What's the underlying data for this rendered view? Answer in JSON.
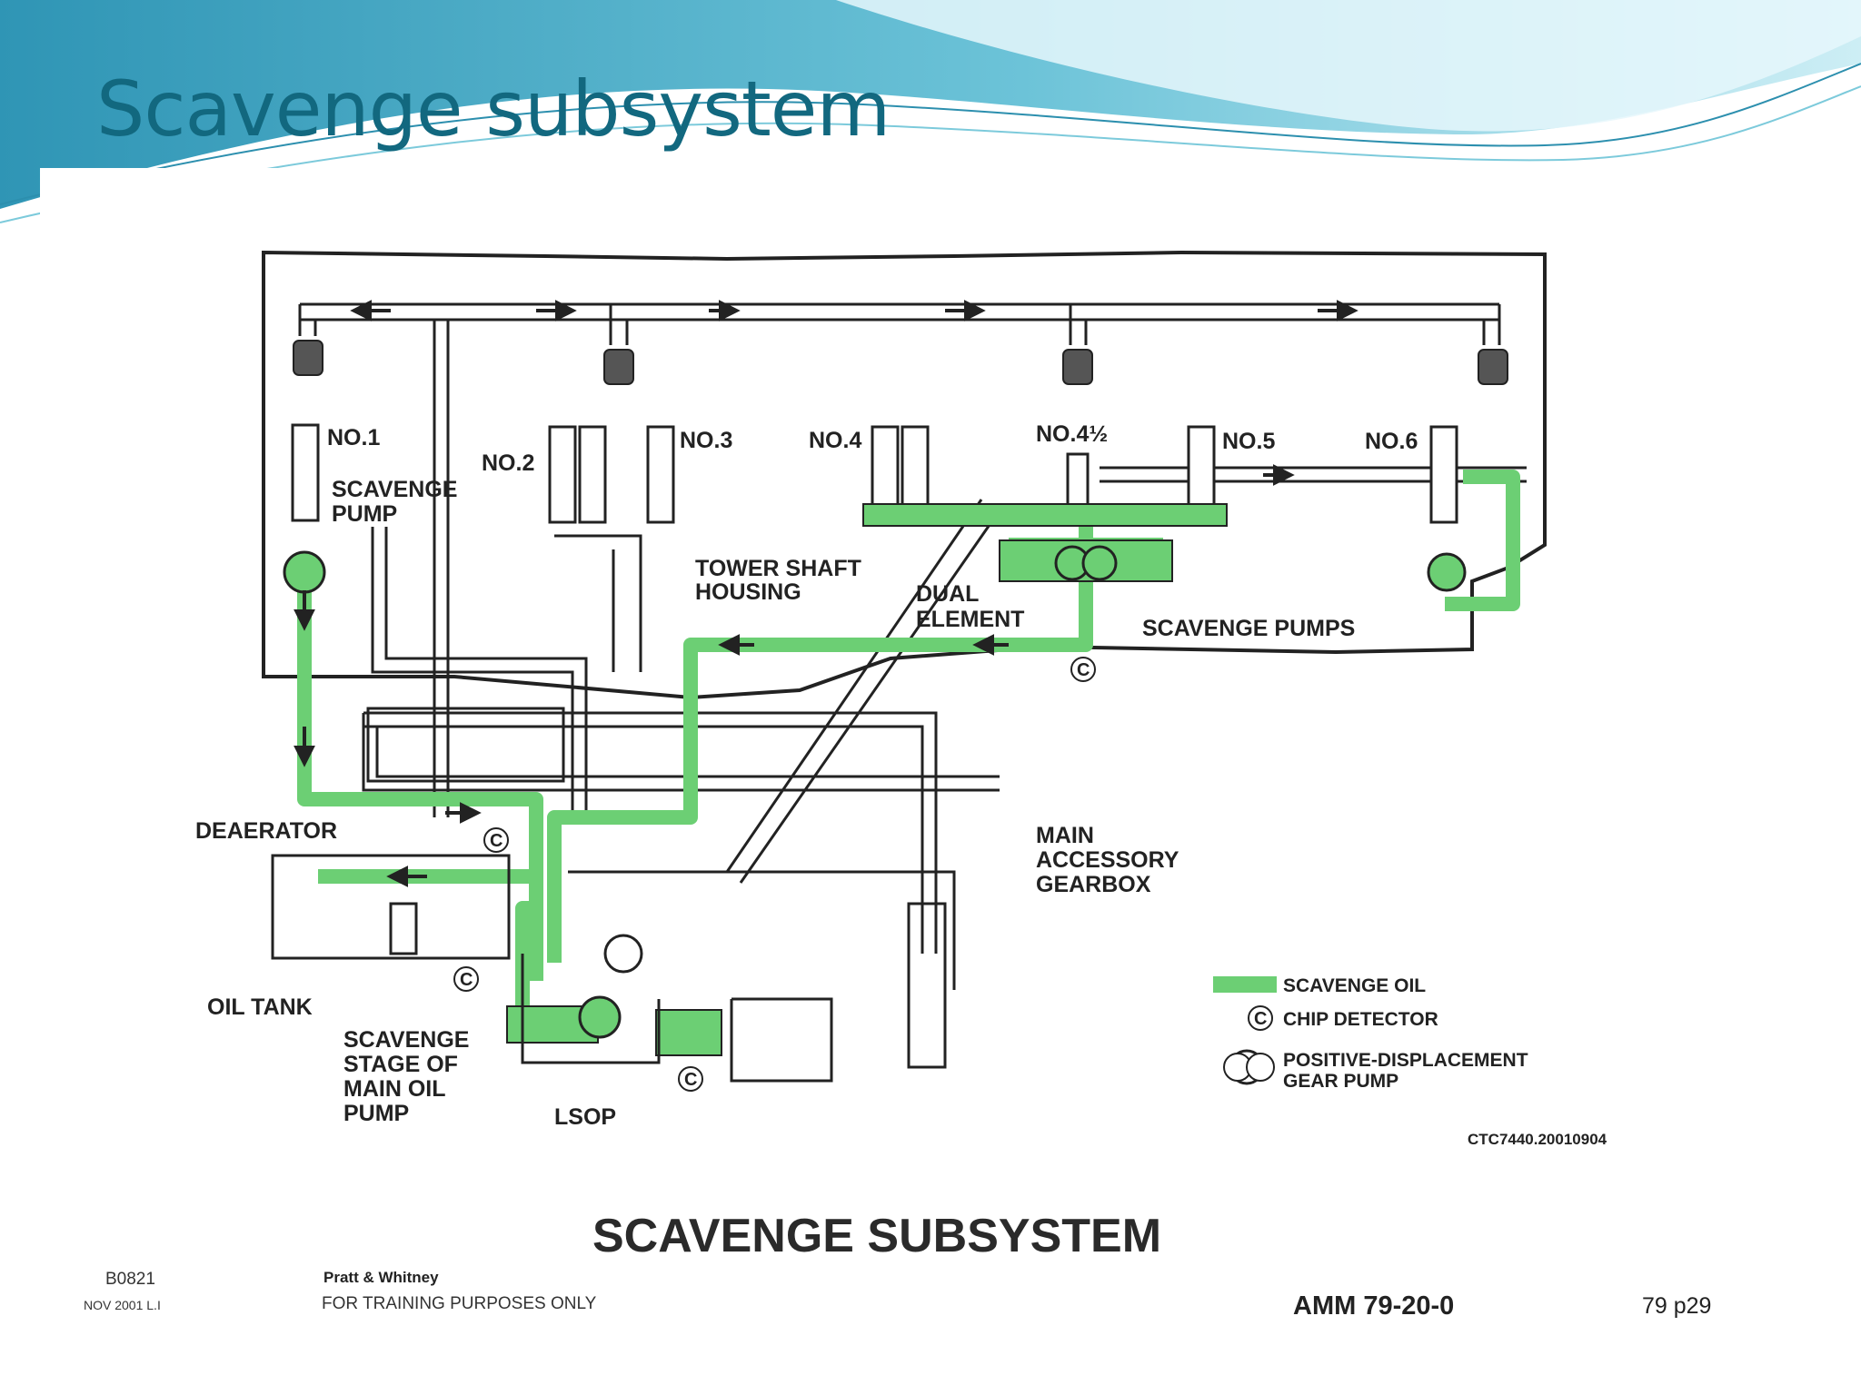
{
  "slide": {
    "title": "Scavenge subsystem",
    "colors": {
      "title": "#12687f",
      "wave_dark": "#3fa7c4",
      "wave_light": "#aee3ef",
      "scavenge_oil": "#6ccf74"
    }
  },
  "diagram": {
    "bearings": [
      "NO.1",
      "NO.2",
      "NO.3",
      "NO.4",
      "NO.4½",
      "NO.5",
      "NO.6"
    ],
    "labels": {
      "scavenge_pump": [
        "SCAVENGE",
        "PUMP"
      ],
      "tower_shaft_housing": [
        "TOWER SHAFT",
        "HOUSING"
      ],
      "dual_element": [
        "DUAL",
        "ELEMENT"
      ],
      "scavenge_pumps": "SCAVENGE PUMPS",
      "main_accessory_gearbox": [
        "MAIN",
        "ACCESSORY",
        "GEARBOX"
      ],
      "deaerator": "DEAERATOR",
      "oil_tank": "OIL TANK",
      "scavenge_stage": [
        "SCAVENGE",
        "STAGE OF",
        "MAIN OIL",
        "PUMP"
      ],
      "lsop": "LSOP"
    },
    "chip_detector_symbol": "C",
    "legend": {
      "scavenge_oil": "SCAVENGE OIL",
      "chip_detector": "CHIP DETECTOR",
      "gear_pump": [
        "POSITIVE-DISPLACEMENT",
        "GEAR PUMP"
      ]
    },
    "ref_code": "CTC7440.20010904",
    "caption": "SCAVENGE SUBSYSTEM",
    "footer": {
      "doc_id": "B0821",
      "date": "NOV 2001 L.I",
      "company": "Pratt & Whitney",
      "notice": "FOR TRAINING PURPOSES ONLY",
      "manual_ref": "AMM  79-20-0",
      "page_ref": "79  p29"
    }
  }
}
